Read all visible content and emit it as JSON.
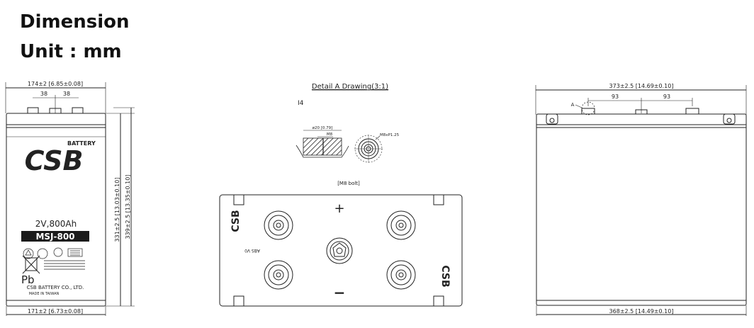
{
  "header": {
    "title": "Dimension",
    "unit": "Unit : mm"
  },
  "front_view": {
    "top_width": "174±2  [6.85±0.08]",
    "spacing_left": "38",
    "spacing_right": "38",
    "bottom_width": "171±2  [6.73±0.08]",
    "height_inner": "331±2.5  [13.03±0.10]",
    "height_outer": "339±2.5  [13.35±0.10]",
    "label_battery": "BATTERY",
    "label_logo": "CSB",
    "label_rating": "2V,800Ah",
    "label_model": "MSJ-800",
    "label_pb": "Pb",
    "label_company": "CSB BATTERY CO., LTD.",
    "label_made": "MADE IN TAIWAN"
  },
  "detail": {
    "title": "Detail A Drawing(3:1)",
    "marker": "I4",
    "diameter": "ø20  [0.79]",
    "thread": "M8",
    "thread_spec": "M8xP1.25",
    "bolt": "[M8  bolt]"
  },
  "top_view": {
    "plus": "+",
    "minus": "−",
    "material": "ABS V0",
    "logo": "CSB"
  },
  "side_view": {
    "top_width": "373±2.5  [14.69±0.10]",
    "spacing_left": "93",
    "spacing_right": "93",
    "marker_a": "A",
    "bottom_width": "368±2.5  [14.49±0.10]"
  }
}
